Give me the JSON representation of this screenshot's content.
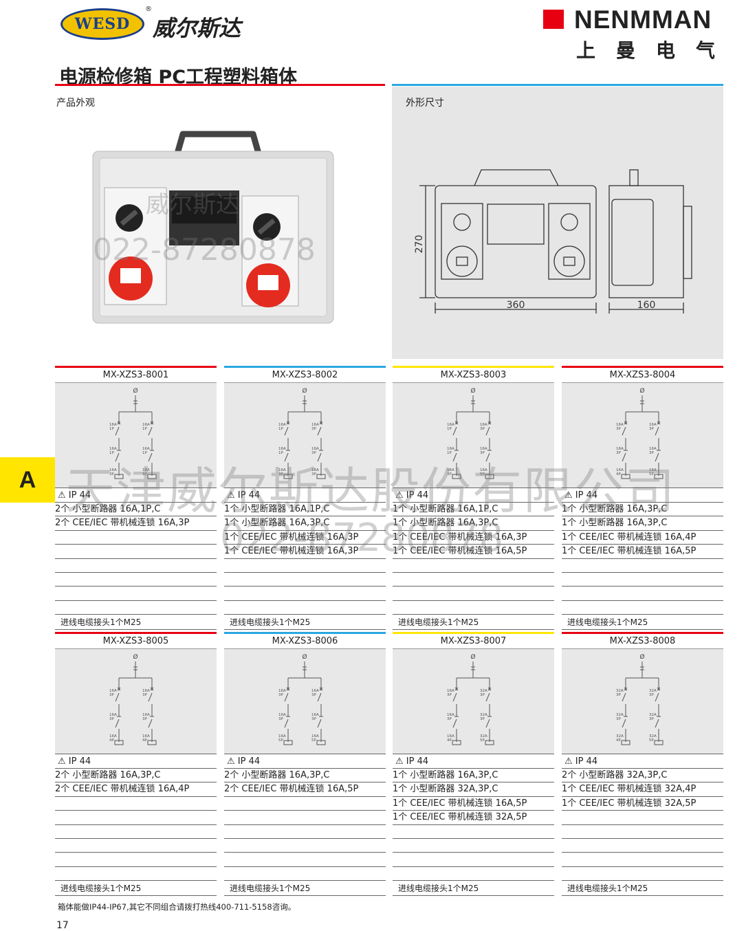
{
  "header": {
    "brand_logo": "WESD",
    "reg_mark": "®",
    "brand_cn": "威尔斯达",
    "partner_logo": "NENMMAN",
    "partner_cn": "上曼电气",
    "accent": "#e60012"
  },
  "title": "电源检修箱 PC工程塑料箱体",
  "appearance_label": "产品外观",
  "dimension_label": "外形尺寸",
  "dimensions": {
    "width": "360",
    "height": "270",
    "depth": "160"
  },
  "section_tab": "A",
  "watermarks": {
    "company": "天津威尔斯达股份有限公司",
    "phone": "022-87280878"
  },
  "products": [
    {
      "model": "MX-XZS3-8001",
      "color": "#e60012",
      "ip": "IP 44",
      "items": [
        "2个 小型断路器 16A,1P,C",
        "2个 CEE/IEC 带机械连锁 16A,3P"
      ],
      "footer": "进线电缆接头1个M25",
      "branches": [
        [
          "16A 1P",
          "16A 1P",
          "16A 3P"
        ],
        [
          "16A 1P",
          "16A 1P",
          "16A 3P"
        ]
      ]
    },
    {
      "model": "MX-XZS3-8002",
      "color": "#29a8e0",
      "ip": "IP 44",
      "items": [
        "1个 小型断路器 16A,1P,C",
        "1个 小型断路器 16A,3P,C",
        "1个 CEE/IEC 带机械连锁 16A,3P",
        "1个 CEE/IEC 带机械连锁 16A,3P"
      ],
      "footer": "进线电缆接头1个M25",
      "branches": [
        [
          "16A 1P",
          "16A 1P",
          "16A 3P"
        ],
        [
          "16A 3P",
          "16A 3P",
          "16A 3P"
        ]
      ]
    },
    {
      "model": "MX-XZS3-8003",
      "color": "#ffe500",
      "ip": "IP 44",
      "items": [
        "1个 小型断路器 16A,1P,C",
        "1个 小型断路器 16A,3P,C",
        "1个 CEE/IEC 带机械连锁 16A,3P",
        "1个 CEE/IEC 带机械连锁 16A,5P"
      ],
      "footer": "进线电缆接头1个M25",
      "branches": [
        [
          "16A 1P",
          "16A 1P",
          "16A 3P"
        ],
        [
          "16A 3P",
          "16A 3P",
          "16A 5P"
        ]
      ]
    },
    {
      "model": "MX-XZS3-8004",
      "color": "#e60012",
      "ip": "IP 44",
      "items": [
        "1个 小型断路器 16A,3P,C",
        "1个 小型断路器 16A,3P,C",
        "1个 CEE/IEC 带机械连锁 16A,4P",
        "1个 CEE/IEC 带机械连锁 16A,5P"
      ],
      "footer": "进线电缆接头1个M25",
      "branches": [
        [
          "16A 3P",
          "16A 3P",
          "16A 4P"
        ],
        [
          "16A 3P",
          "16A 3P",
          "16A 5P"
        ]
      ]
    },
    {
      "model": "MX-XZS3-8005",
      "color": "#e60012",
      "ip": "IP 44",
      "items": [
        "2个 小型断路器 16A,3P,C",
        "2个 CEE/IEC 带机械连锁 16A,4P"
      ],
      "footer": "进线电缆接头1个M25",
      "branches": [
        [
          "16A 3P",
          "16A 3P",
          "16A 4P"
        ],
        [
          "16A 3P",
          "16A 3P",
          "16A 4P"
        ]
      ]
    },
    {
      "model": "MX-XZS3-8006",
      "color": "#29a8e0",
      "ip": "IP 44",
      "items": [
        "2个 小型断路器 16A,3P,C",
        "2个 CEE/IEC 带机械连锁 16A,5P"
      ],
      "footer": "进线电缆接头1个M25",
      "branches": [
        [
          "16A 3P",
          "16A 3P",
          "16A 5P"
        ],
        [
          "16A 3P",
          "16A 3P",
          "16A 5P"
        ]
      ]
    },
    {
      "model": "MX-XZS3-8007",
      "color": "#ffe500",
      "ip": "IP 44",
      "items": [
        "1个 小型断路器 16A,3P,C",
        "1个 小型断路器 32A,3P,C",
        "1个 CEE/IEC 带机械连锁 16A,5P",
        "1个 CEE/IEC 带机械连锁 32A,5P"
      ],
      "footer": "进线电缆接头1个M25",
      "branches": [
        [
          "16A 3P",
          "16A 3P",
          "16A 4P"
        ],
        [
          "32A 3P",
          "32A 3P",
          "32A 5P"
        ]
      ]
    },
    {
      "model": "MX-XZS3-8008",
      "color": "#e60012",
      "ip": "IP 44",
      "items": [
        "2个 小型断路器 32A,3P,C",
        "1个 CEE/IEC 带机械连锁 32A,4P",
        "1个 CEE/IEC 带机械连锁 32A,5P"
      ],
      "footer": "进线电缆接头1个M25",
      "branches": [
        [
          "32A 3P",
          "32A 3P",
          "32A 4P"
        ],
        [
          "32A 3P",
          "32A 3P",
          "32A 5P"
        ]
      ]
    }
  ],
  "note": "箱体能做IP44-IP67,其它不同组合请拨打热线400-711-5158咨询。",
  "page_number": "17"
}
